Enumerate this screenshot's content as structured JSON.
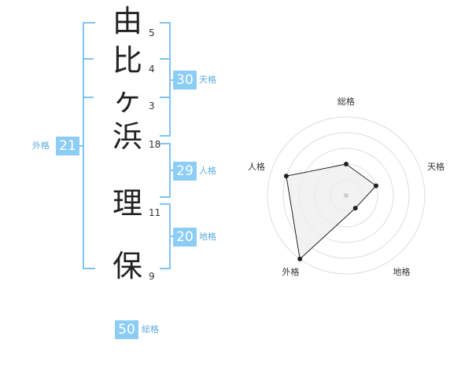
{
  "characters": [
    {
      "char": "由",
      "strokes": "5"
    },
    {
      "char": "比",
      "strokes": "4"
    },
    {
      "char": "ヶ",
      "strokes": "3"
    },
    {
      "char": "浜",
      "strokes": "18"
    },
    {
      "char": "理",
      "strokes": "11"
    },
    {
      "char": "保",
      "strokes": "9"
    }
  ],
  "scores": {
    "tenkaku": {
      "value": "30",
      "label": "天格"
    },
    "jinkaku": {
      "value": "29",
      "label": "人格"
    },
    "chikaku": {
      "value": "20",
      "label": "地格"
    },
    "gaikaku": {
      "value": "21",
      "label": "外格"
    },
    "soukaku": {
      "value": "50",
      "label": "総格"
    }
  },
  "radar": {
    "axes": [
      "総格",
      "天格",
      "地格",
      "外格",
      "人格"
    ],
    "levels": 5,
    "values": [
      2,
      2,
      1,
      5,
      4
    ],
    "colors": {
      "fill": "#eeeeee",
      "line": "#222222",
      "grid": "#dddddd",
      "center": "#cccccc"
    }
  }
}
